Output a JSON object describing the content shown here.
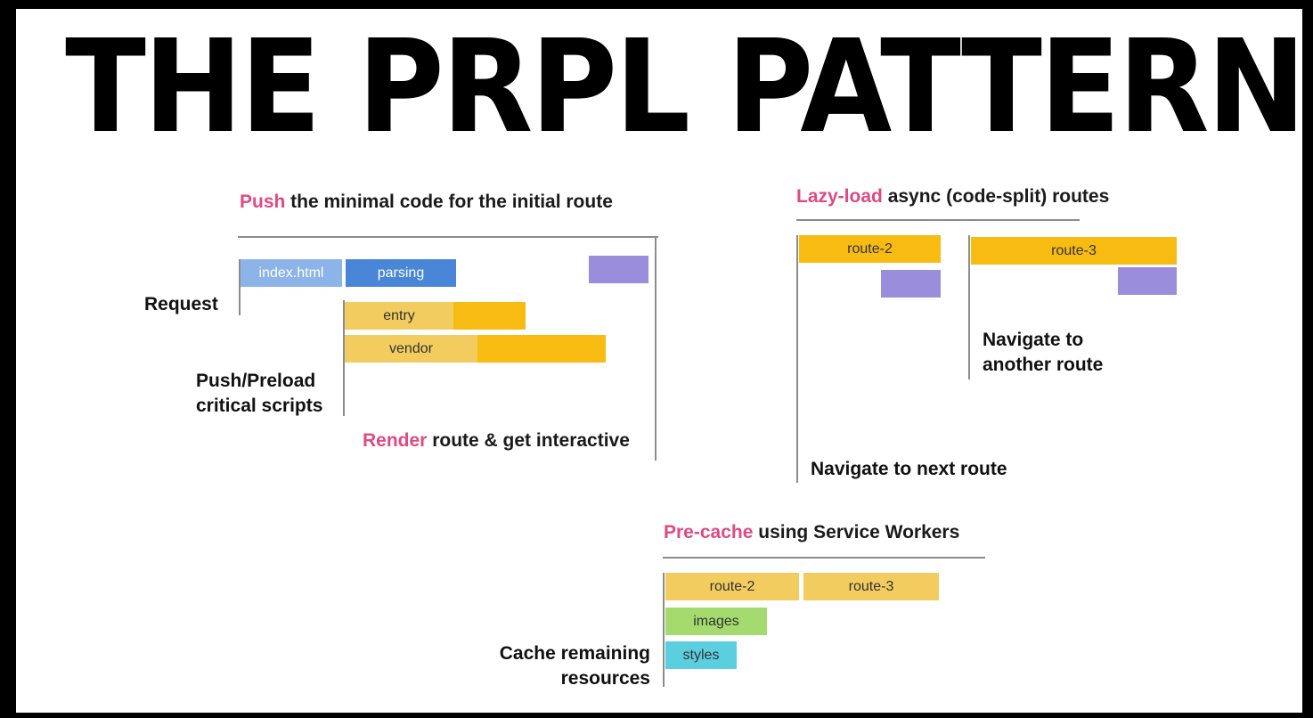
{
  "title": "THE PRPL PATTERN",
  "push": {
    "heading_accent": "Push",
    "heading_rest": " the minimal code for the initial route",
    "bars": {
      "index_html": "index.html",
      "parsing": "parsing",
      "entry": "entry",
      "vendor": "vendor"
    },
    "label_request": "Request",
    "label_preload": [
      "Push/Preload",
      "critical scripts"
    ],
    "render_accent": "Render",
    "render_rest": " route & get interactive"
  },
  "lazy": {
    "heading_accent": "Lazy-load",
    "heading_rest": " async (code-split) routes",
    "bars": {
      "route2": "route-2",
      "route3": "route-3"
    },
    "label_navigate_other": [
      "Navigate to",
      "another route"
    ],
    "label_navigate_next": "Navigate to next route"
  },
  "precache": {
    "heading_accent": "Pre-cache",
    "heading_rest": " using Service Workers",
    "bars": {
      "route2": "route-2",
      "route3": "route-3",
      "images": "images",
      "styles": "styles"
    },
    "label_cache": [
      "Cache remaining",
      "resources"
    ]
  },
  "colors": {
    "accent_pink": "#e04a82",
    "blue_light": "#8db4e8",
    "blue": "#4a86d8",
    "yellow_light": "#f2cc5e",
    "yellow": "#f7bb12",
    "purple": "#9a8ddc",
    "green": "#a5db6e",
    "cyan": "#5bcfe0",
    "rule": "#8c8c8c"
  }
}
